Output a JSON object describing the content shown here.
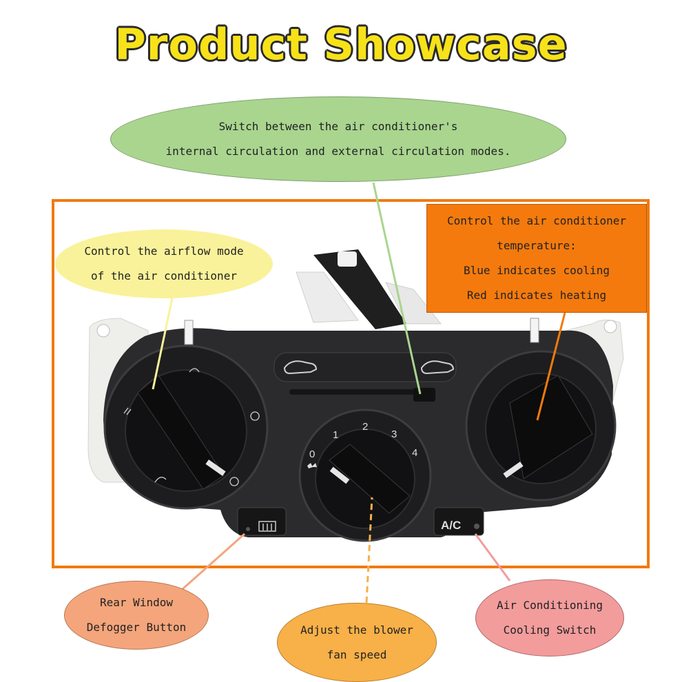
{
  "title": "Product Showcase",
  "callouts": {
    "circulation": "Switch between the air conditioner's\ninternal circulation and external circulation modes.",
    "airflow": "Control the airflow mode\nof the air conditioner",
    "temperature": "Control the air conditioner\ntemperature:\nBlue indicates cooling\nRed indicates heating",
    "defogger": "Rear Window\nDefogger Button",
    "blower": "Adjust the blower\nfan speed",
    "ac": "Air Conditioning\nCooling Switch"
  },
  "fan_dial": {
    "labels": [
      "0",
      "1",
      "2",
      "3",
      "4"
    ]
  },
  "ac_button": {
    "label": "A/C"
  },
  "colors": {
    "title": "#f7e21a",
    "frame": "#f07a10",
    "green": "#a9d58f",
    "yellow": "#f9f29a",
    "orange": "#f47a0d",
    "salmon": "#f4a57b",
    "gold": "#f8b048",
    "pink": "#f29c9c"
  }
}
